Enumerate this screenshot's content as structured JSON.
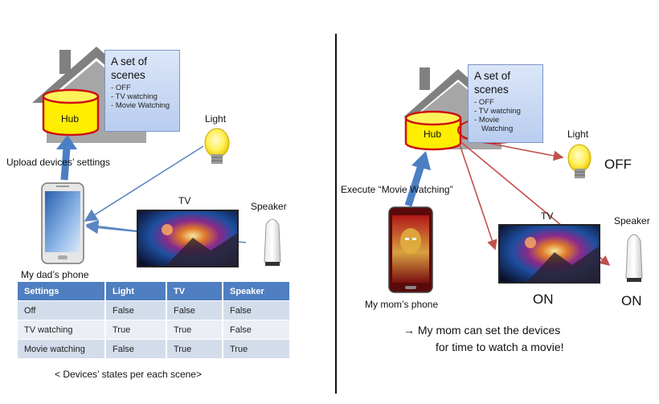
{
  "left": {
    "hub_label": "Hub",
    "scenes_box": {
      "title": "A set of scenes",
      "items": [
        "OFF",
        "TV watching",
        "Movie Watching"
      ]
    },
    "light_label": "Light",
    "tv_label": "TV",
    "speaker_label": "Speaker",
    "upload_label": "Upload devices’ settings",
    "phone_label": "My dad’s phone",
    "table": {
      "headers": [
        "Settings",
        "Light",
        "TV",
        "Speaker"
      ],
      "rows": [
        [
          "Off",
          "False",
          "False",
          "False"
        ],
        [
          "TV watching",
          "True",
          "True",
          "False"
        ],
        [
          "Movie watching",
          "False",
          "True",
          "True"
        ]
      ]
    },
    "caption": "< Devices’ states per each scene>"
  },
  "right": {
    "hub_label": "Hub",
    "scenes_box": {
      "title": "A set of scenes",
      "items": [
        "OFF",
        "TV watching",
        "Movie",
        "Watching"
      ]
    },
    "light_label": "Light",
    "light_state": "OFF",
    "tv_label": "TV",
    "tv_state": "ON",
    "speaker_label": "Speaker",
    "speaker_state": "ON",
    "execute_label": "Execute “Movie Watching”",
    "phone_label": "My mom’s phone",
    "conclusion_line1": "→ My mom can set the devices",
    "conclusion_line2": "for time to watch a movie!"
  },
  "colors": {
    "hub_fill": "#ffee00",
    "hub_border": "#cc1111",
    "upload_arrow": "#4a7fc4",
    "execute_arrows": "#c0504d",
    "table_header": "#4f7fc0",
    "house": "#808080"
  }
}
